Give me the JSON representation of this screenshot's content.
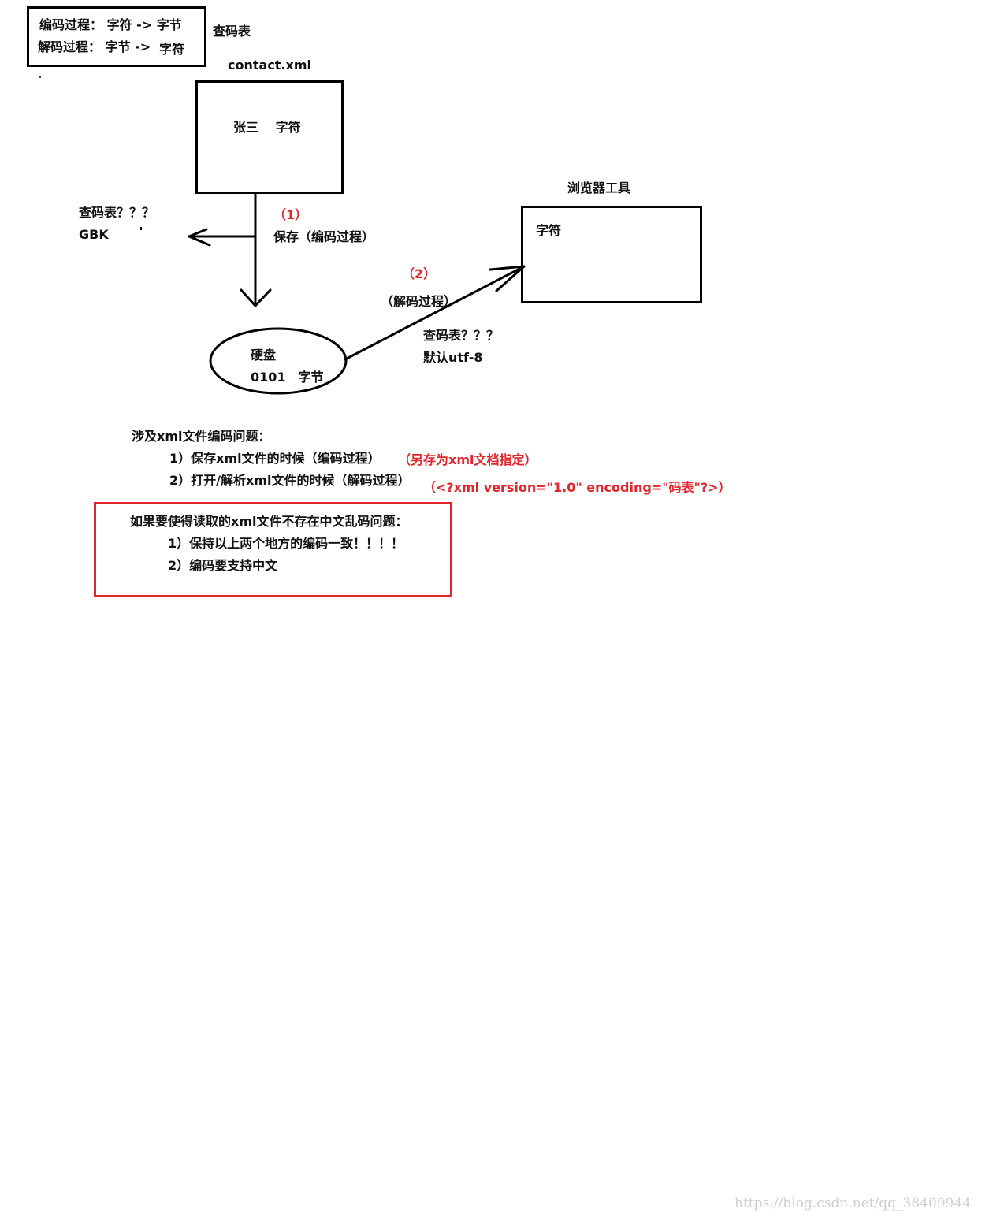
{
  "legend": {
    "encode_line": "编码过程： 字符 -> 字节",
    "decode_line": "解码过程： 字节 ->",
    "decode_tail": "字符"
  },
  "lookup_table_label": "查码表",
  "file_box": {
    "title": "contact.xml",
    "content": "张三　 字符"
  },
  "step1": {
    "number": "（1）",
    "label": "保存（编码过程）",
    "table_q": "查码表？？？",
    "table_value": "GBK"
  },
  "disk": {
    "title": "硬盘",
    "content": "0101　字节"
  },
  "step2": {
    "number": "（2）",
    "label": "（解码过程）",
    "table_q": "查码表？？？",
    "table_value": "默认utf-8"
  },
  "browser": {
    "title": "浏览器工具",
    "content": "字符"
  },
  "issues": {
    "heading": "涉及xml文件编码问题：",
    "item1": "1）保存xml文件的时候（编码过程）",
    "item1_note": "（另存为xml文档指定）",
    "item2": "2）打开/解析xml文件的时候（解码过程）",
    "item2_note": "（<?xml version=\"1.0\" encoding=\"码表\"?>）"
  },
  "conclusion": {
    "heading": "如果要使得读取的xml文件不存在中文乱码问题：",
    "item1": "1）保持以上两个地方的编码一致！！！！",
    "item2": "2）编码要支持中文"
  },
  "watermark": "https://blog.csdn.net/qq_38409944",
  "colors": {
    "red": "#e0262d",
    "ink": "#000000"
  }
}
